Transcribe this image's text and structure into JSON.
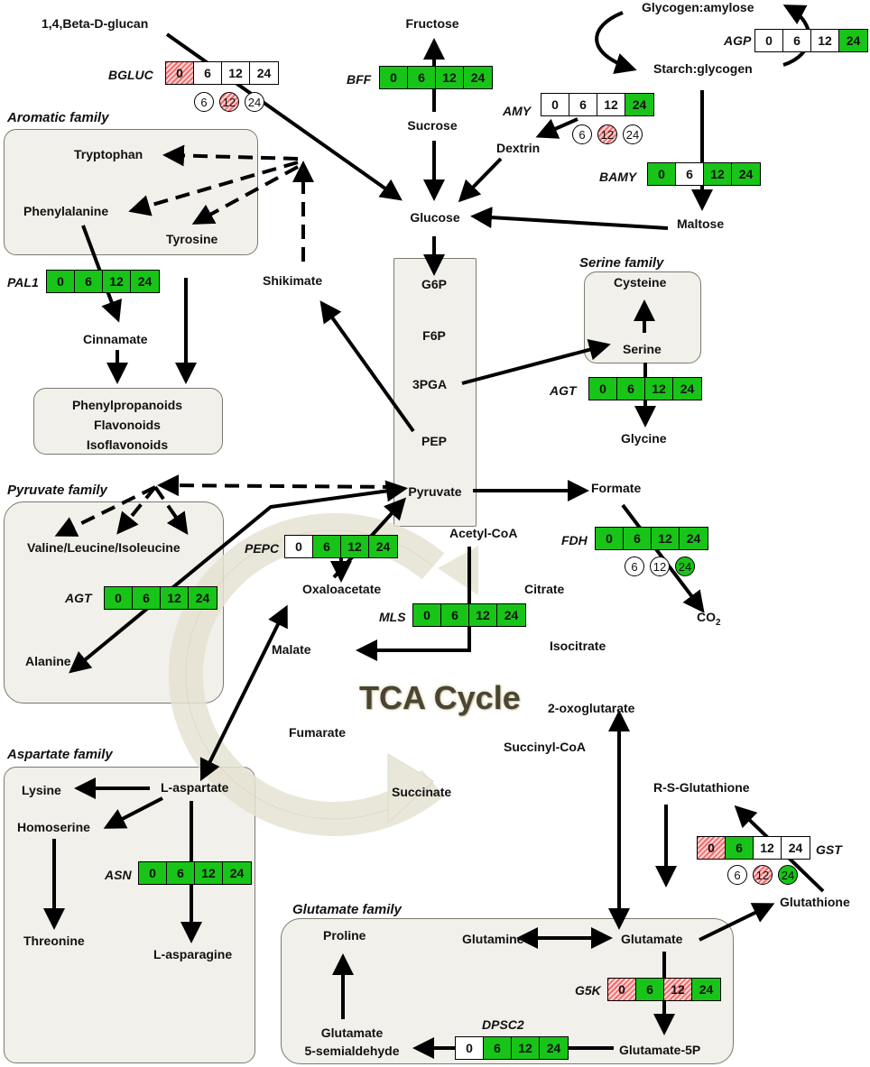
{
  "family_labels": {
    "aromatic": "Aromatic family",
    "serine": "Serine family",
    "pyruvate": "Pyruvate family",
    "aspartate": "Aspartate family",
    "glutamate": "Glutamate family"
  },
  "metabolites": {
    "beta_glucan": "1,4,Beta-D-glucan",
    "fructose": "Fructose",
    "glycogen_amylose": "Glycogen:amylose",
    "starch_glycogen": "Starch:glycogen",
    "sucrose": "Sucrose",
    "dextrin": "Dextrin",
    "glucose": "Glucose",
    "maltose": "Maltose",
    "tryptophan": "Tryptophan",
    "phenylalanine": "Phenylalanine",
    "tyrosine": "Tyrosine",
    "shikimate": "Shikimate",
    "cinnamate": "Cinnamate",
    "phenylpropanoids": "Phenylpropanoids",
    "flavonoids": "Flavonoids",
    "isoflavonoids": "Isoflavonoids",
    "g6p": "G6P",
    "f6p": "F6P",
    "pga3": "3PGA",
    "pep": "PEP",
    "pyruvate": "Pyruvate",
    "cysteine": "Cysteine",
    "serine": "Serine",
    "glycine": "Glycine",
    "formate": "Formate",
    "co2": "CO",
    "co2_sub": "2",
    "acetyl_coa": "Acetyl-CoA",
    "citrate": "Citrate",
    "isocitrate": "Isocitrate",
    "oxaloacetate": "Oxaloacetate",
    "malate": "Malate",
    "fumarate": "Fumarate",
    "succinyl_coa": "Succinyl-CoA",
    "succinate": "Succinate",
    "oxoglutarate": "2-oxoglutarate",
    "valine": "Valine/Leucine/Isoleucine",
    "alanine": "Alanine",
    "lysine": "Lysine",
    "l_aspartate": "L-aspartate",
    "homoserine": "Homoserine",
    "threonine": "Threonine",
    "l_asparagine": "L-asparagine",
    "r_s_glutathione": "R-S-Glutathione",
    "glutathione": "Glutathione",
    "proline": "Proline",
    "glutamine": "Glutamine",
    "glutamate": "Glutamate",
    "glutamate_semialdehyde_1": "Glutamate",
    "glutamate_semialdehyde_2": "5-semialdehyde",
    "glutamate_5p": "Glutamate-5P"
  },
  "tca_label": "TCA Cycle",
  "colors": {
    "up": "#18c418",
    "down_hatched": "#f26d6d",
    "none": "#ffffff",
    "box_fill": "#f1f0ea"
  },
  "genes": {
    "bgluc": {
      "name": "BGLUC",
      "cells": [
        {
          "t": "0",
          "s": "r"
        },
        {
          "t": "6",
          "s": "w"
        },
        {
          "t": "12",
          "s": "w"
        },
        {
          "t": "24",
          "s": "w"
        }
      ],
      "circles": [
        {
          "t": "6",
          "s": "w"
        },
        {
          "t": "12",
          "s": "r"
        },
        {
          "t": "24",
          "s": "w"
        }
      ]
    },
    "bff": {
      "name": "BFF",
      "cells": [
        {
          "t": "0",
          "s": "g"
        },
        {
          "t": "6",
          "s": "g"
        },
        {
          "t": "12",
          "s": "g"
        },
        {
          "t": "24",
          "s": "g"
        }
      ]
    },
    "agp": {
      "name": "AGP",
      "cells": [
        {
          "t": "0",
          "s": "w"
        },
        {
          "t": "6",
          "s": "w"
        },
        {
          "t": "12",
          "s": "w"
        },
        {
          "t": "24",
          "s": "g"
        }
      ]
    },
    "amy": {
      "name": "AMY",
      "cells": [
        {
          "t": "0",
          "s": "w"
        },
        {
          "t": "6",
          "s": "w"
        },
        {
          "t": "12",
          "s": "w"
        },
        {
          "t": "24",
          "s": "g"
        }
      ],
      "circles": [
        {
          "t": "6",
          "s": "w"
        },
        {
          "t": "12",
          "s": "r"
        },
        {
          "t": "24",
          "s": "w"
        }
      ]
    },
    "bamy": {
      "name": "BAMY",
      "cells": [
        {
          "t": "0",
          "s": "g"
        },
        {
          "t": "6",
          "s": "w"
        },
        {
          "t": "12",
          "s": "g"
        },
        {
          "t": "24",
          "s": "g"
        }
      ]
    },
    "pal1": {
      "name": "PAL1",
      "cells": [
        {
          "t": "0",
          "s": "g"
        },
        {
          "t": "6",
          "s": "g"
        },
        {
          "t": "12",
          "s": "g"
        },
        {
          "t": "24",
          "s": "g"
        }
      ]
    },
    "agt_serine": {
      "name": "AGT",
      "cells": [
        {
          "t": "0",
          "s": "g"
        },
        {
          "t": "6",
          "s": "g"
        },
        {
          "t": "12",
          "s": "g"
        },
        {
          "t": "24",
          "s": "g"
        }
      ]
    },
    "fdh": {
      "name": "FDH",
      "cells": [
        {
          "t": "0",
          "s": "g"
        },
        {
          "t": "6",
          "s": "g"
        },
        {
          "t": "12",
          "s": "g"
        },
        {
          "t": "24",
          "s": "g"
        }
      ],
      "circles": [
        {
          "t": "6",
          "s": "w"
        },
        {
          "t": "12",
          "s": "w"
        },
        {
          "t": "24",
          "s": "g"
        }
      ]
    },
    "pepc": {
      "name": "PEPC",
      "cells": [
        {
          "t": "0",
          "s": "w"
        },
        {
          "t": "6",
          "s": "g"
        },
        {
          "t": "12",
          "s": "g"
        },
        {
          "t": "24",
          "s": "g"
        }
      ]
    },
    "agt_pyruvate": {
      "name": "AGT",
      "cells": [
        {
          "t": "0",
          "s": "g"
        },
        {
          "t": "6",
          "s": "g"
        },
        {
          "t": "12",
          "s": "g"
        },
        {
          "t": "24",
          "s": "g"
        }
      ]
    },
    "mls": {
      "name": "MLS",
      "cells": [
        {
          "t": "0",
          "s": "g"
        },
        {
          "t": "6",
          "s": "g"
        },
        {
          "t": "12",
          "s": "g"
        },
        {
          "t": "24",
          "s": "g"
        }
      ]
    },
    "asn": {
      "name": "ASN",
      "cells": [
        {
          "t": "0",
          "s": "g"
        },
        {
          "t": "6",
          "s": "g"
        },
        {
          "t": "12",
          "s": "g"
        },
        {
          "t": "24",
          "s": "g"
        }
      ]
    },
    "gst": {
      "name": "GST",
      "cells": [
        {
          "t": "0",
          "s": "r"
        },
        {
          "t": "6",
          "s": "g"
        },
        {
          "t": "12",
          "s": "w"
        },
        {
          "t": "24",
          "s": "w"
        }
      ],
      "circles": [
        {
          "t": "6",
          "s": "w"
        },
        {
          "t": "12",
          "s": "r"
        },
        {
          "t": "24",
          "s": "g"
        }
      ]
    },
    "g5k": {
      "name": "G5K",
      "cells": [
        {
          "t": "0",
          "s": "r"
        },
        {
          "t": "6",
          "s": "g"
        },
        {
          "t": "12",
          "s": "r"
        },
        {
          "t": "24",
          "s": "g"
        }
      ]
    },
    "dpsc2": {
      "name": "DPSC2",
      "cells": [
        {
          "t": "0",
          "s": "w"
        },
        {
          "t": "6",
          "s": "g"
        },
        {
          "t": "12",
          "s": "g"
        },
        {
          "t": "24",
          "s": "g"
        }
      ]
    }
  }
}
